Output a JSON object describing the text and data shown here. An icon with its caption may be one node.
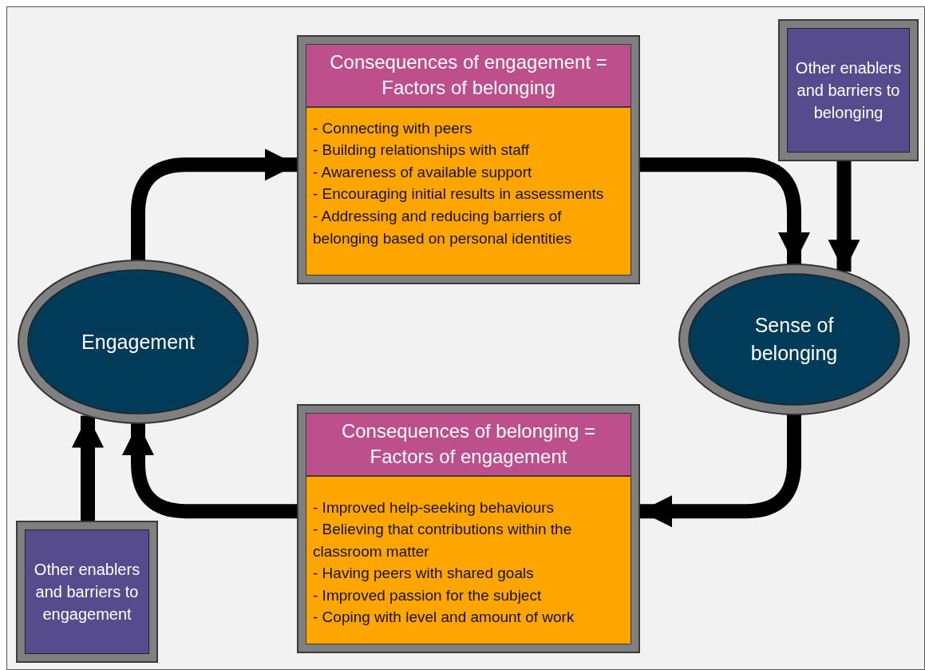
{
  "diagram": {
    "nodes": [
      {
        "text": [
          "Engagement"
        ]
      },
      {
        "text": [
          "Consequences of engagement = Factors of belonging",
          "- Connecting with peers",
          "- Building relationships with staff",
          "- Awareness of available support",
          "- Encouraging initial results in assessments",
          "- Addressing and reducing barriers of belonging based on personal identities"
        ]
      },
      {
        "text": [
          "Other enablers and barriers to belonging"
        ]
      },
      {
        "text": [
          "Sense of belonging"
        ]
      },
      {
        "text": [
          "Consequences of belonging = Factors of engagement",
          "- Improved help-seeking behaviours",
          "- Believing that contributions within the classroom matter",
          "- Having peers with shared goals",
          "- Improved passion for the subject",
          "- Coping with level and amount of work"
        ]
      },
      {
        "text": [
          "Other enablers and barriers to engagement"
        ]
      }
    ],
    "edges": [
      {
        "from": 0,
        "to": 1,
        "arrow": "to"
      },
      {
        "from": 1,
        "to": 3,
        "arrow": "to"
      },
      {
        "from": 2,
        "to": 3,
        "arrow": "to"
      },
      {
        "from": 3,
        "to": 4,
        "arrow": "to"
      },
      {
        "from": 4,
        "to": 0,
        "arrow": "to"
      },
      {
        "from": 5,
        "to": 0,
        "arrow": "to"
      }
    ]
  }
}
